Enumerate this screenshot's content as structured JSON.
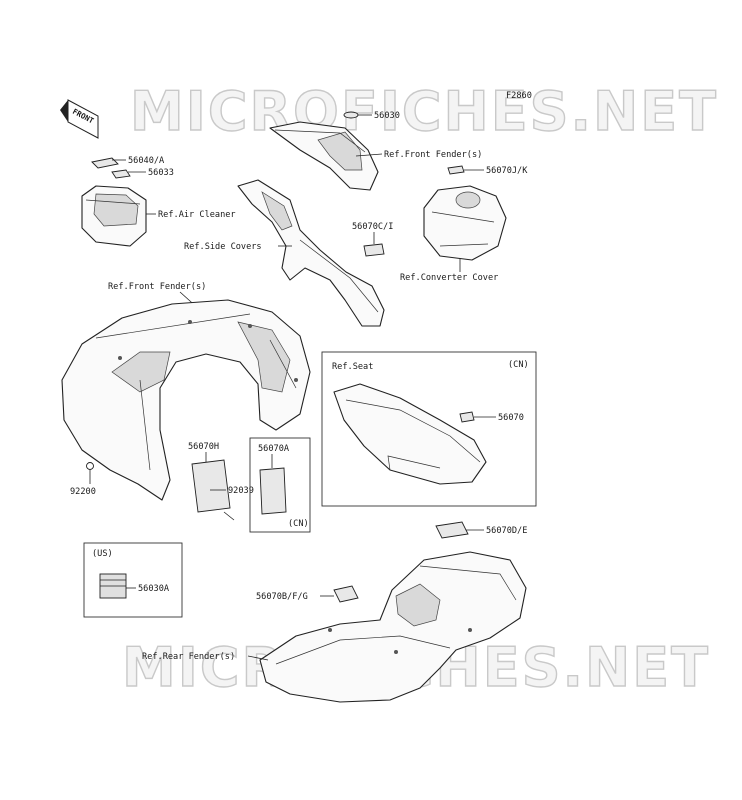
{
  "figure_code": "F2860",
  "watermark": "MICROFICHES.NET",
  "front_marker": "FRONT",
  "callouts": {
    "p56030": "56030",
    "ref_front_fender_top": "Ref.Front Fender(s)",
    "p56040": "56040/A",
    "p56033": "56033",
    "ref_air_cleaner": "Ref.Air Cleaner",
    "p56070jk": "56070J/K",
    "ref_side_covers": "Ref.Side Covers",
    "p56070ci": "56070C/I",
    "ref_converter_cover": "Ref.Converter Cover",
    "ref_front_fender_left": "Ref.Front Fender(s)",
    "ref_seat": "Ref.Seat",
    "cn_seat": "(CN)",
    "p56070": "56070",
    "p56070h": "56070H",
    "p56070a": "56070A",
    "cn_box": "(CN)",
    "p92039": "92039",
    "p92200": "92200",
    "us_box": "(US)",
    "p56030a": "56030A",
    "p56070de": "56070D/E",
    "p56070bfg": "56070B/F/G",
    "ref_rear_fender": "Ref.Rear Fender(s)"
  }
}
